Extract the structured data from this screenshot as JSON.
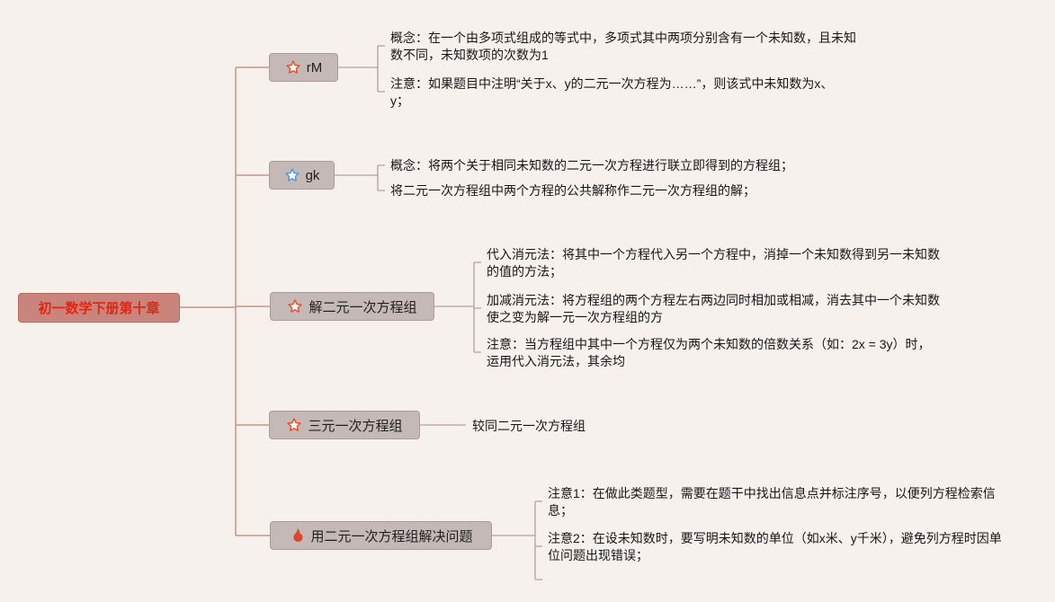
{
  "root": {
    "label": "初一数学下册第十章"
  },
  "branches": [
    {
      "label": "rM",
      "icon": "star-red-icon",
      "notes": [
        "概念：在一个由多项式组成的等式中，多项式其中两项分别含有一个未知数，且未知数不同，未知数项的次数为1",
        "注意：如果题目中注明“关于x、y的二元一次方程为……”，则该式中未知数为x、y；"
      ]
    },
    {
      "label": "gk",
      "icon": "star-blue-icon",
      "notes": [
        "概念：将两个关于相同未知数的二元一次方程进行联立即得到的方程组；",
        "将二元一次方程组中两个方程的公共解称作二元一次方程组的解；"
      ]
    },
    {
      "label": "解二元一次方程组",
      "icon": "star-red-icon",
      "notes": [
        "代入消元法：将其中一个方程代入另一个方程中，消掉一个未知数得到另一未知数的值的方法；",
        "加减消元法：将方程组的两个方程左右两边同时相加或相减，消去其中一个未知数使之变为解一元一次方程组的方",
        "注意：当方程组中其中一个方程仅为两个未知数的倍数关系（如：2x = 3y）时，运用代入消元法，其余均"
      ]
    },
    {
      "label": "三元一次方程组",
      "icon": "star-red-icon",
      "notes": [
        "较同二元一次方程组"
      ]
    },
    {
      "label": "用二元一次方程组解决问题",
      "icon": "flame-icon",
      "notes": [
        "注意1：在做此类题型，需要在题干中找出信息点并标注序号，以便列方程检索信息；",
        "注意2：在设未知数时，要写明未知数的单位（如x米、y千米），避免列方程时因单位问题出现错误；"
      ]
    }
  ],
  "colors": {
    "canvas-bg": "#f7f1ee",
    "root-bg": "#c9857c",
    "root-border": "#b26a61",
    "root-text": "#e02612",
    "branch-bg": "#c5b9b7",
    "branch-border": "#a99d9b",
    "branch-text": "#1f1f1f",
    "note-text": "#161616",
    "line-trunk": "#c99288",
    "line-bracket": "#b5a09a",
    "star-red": "#e8502f",
    "star-blue": "#4f9ad8",
    "flame": "#e7432b"
  }
}
